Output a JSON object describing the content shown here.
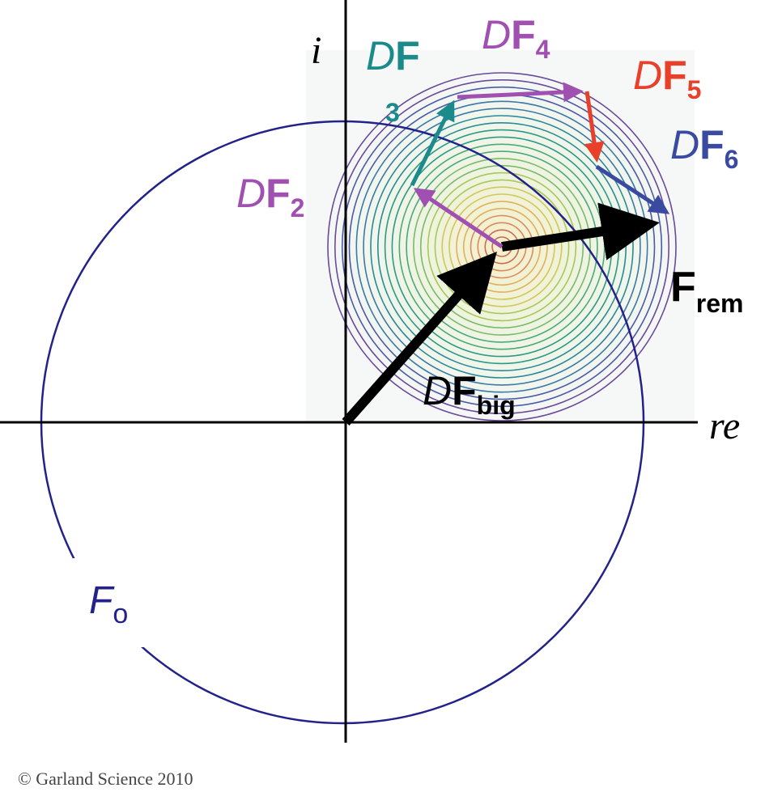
{
  "axes": {
    "real_label": "re",
    "imag_label": "i"
  },
  "circle": {
    "label_letter": "F",
    "label_sub": "o",
    "color": "#22228a"
  },
  "contour_colors": [
    "#6a4a9a",
    "#4a5aa8",
    "#3a7aa8",
    "#2a8a9a",
    "#2a9a8a",
    "#4aaa7a",
    "#7aba6a",
    "#a8c85a",
    "#d0c858",
    "#e0b060",
    "#d88a60",
    "#c86a5a"
  ],
  "vectors": {
    "df_big": {
      "prefix": "D",
      "main": "F",
      "sub": "big",
      "color": "#000000"
    },
    "f_rem": {
      "main": "F",
      "sub": "rem",
      "color": "#000000"
    },
    "df2": {
      "prefix": "D",
      "main": "F",
      "sub": "2",
      "color": "#a050b0"
    },
    "df3": {
      "prefix": "D",
      "main": "F",
      "sub": "3",
      "color": "#1a8a8a"
    },
    "df4": {
      "prefix": "D",
      "main": "F",
      "sub": "4",
      "color": "#a050b0"
    },
    "df5": {
      "prefix": "D",
      "main": "F",
      "sub": "5",
      "color": "#e8402a"
    },
    "df6": {
      "prefix": "D",
      "main": "F",
      "sub": "6",
      "color": "#3a4aa0"
    }
  },
  "copyright": "© Garland Science 2010"
}
